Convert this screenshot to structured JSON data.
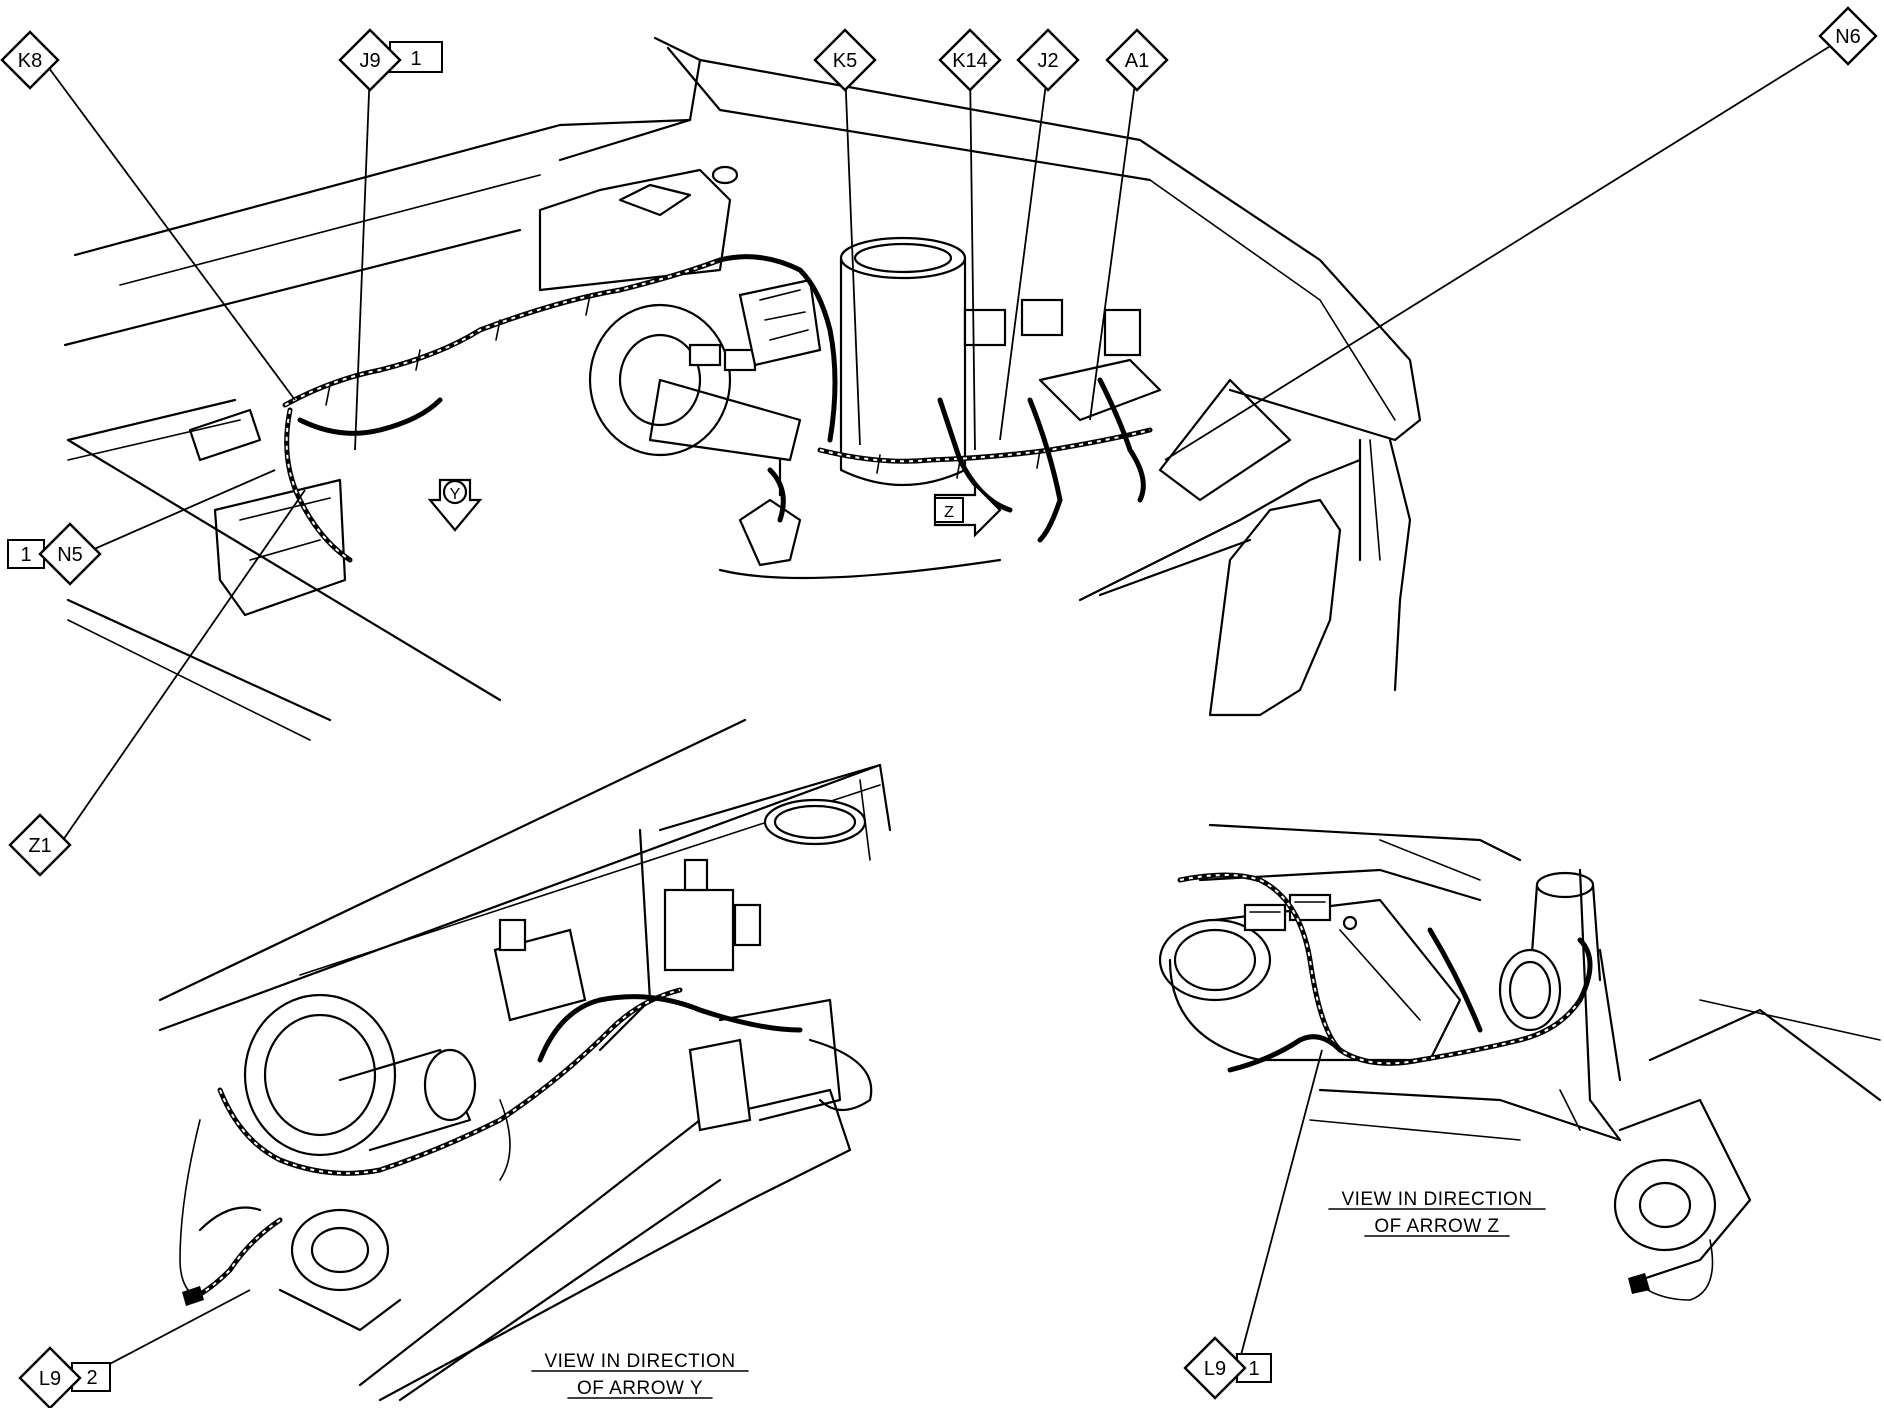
{
  "callouts": {
    "k8": "K8",
    "j9": "J9",
    "j9_num": "1",
    "k5": "K5",
    "k14": "K14",
    "j2": "J2",
    "a1": "A1",
    "n6": "N6",
    "n5": "N5",
    "n5_num": "1",
    "z1": "Z1",
    "l9_y": "L9",
    "l9_y_num": "2",
    "l9_z": "L9",
    "l9_z_num": "1"
  },
  "arrows": {
    "y": "Y",
    "z": "Z"
  },
  "captions": {
    "view_y_line1": "VIEW IN DIRECTION",
    "view_y_line2": "OF ARROW Y",
    "view_z_line1": "VIEW IN DIRECTION",
    "view_z_line2": "OF ARROW Z"
  }
}
